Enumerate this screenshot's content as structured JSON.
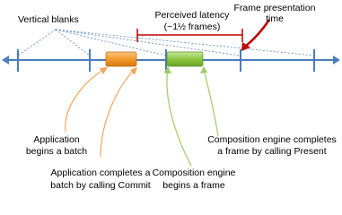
{
  "labels": {
    "vertical_blanks": "Vertical blanks",
    "perceived_latency_line1": "Perceived latency",
    "perceived_latency_line2": "(~1½ frames)",
    "frame_presentation_line1": "Frame presentation",
    "frame_presentation_line2": "time",
    "app_begins_line1": "Application",
    "app_begins_line2": "begins a batch",
    "app_completes_line1": "Application completes a",
    "app_completes_line2": "batch by calling Commit",
    "comp_begins_line1": "Composition engine",
    "comp_begins_line2": "begins a frame",
    "comp_completes_line1": "Composition engine completes",
    "comp_completes_line2": "a frame by calling Present"
  },
  "colors": {
    "timeline": "#4a7ebb",
    "batch_bar": "#f39a2a",
    "frame_bar": "#8cc540",
    "latency_marker": "#c00000",
    "app_arrows": "#f5a45a",
    "comp_arrows": "#9bcf62",
    "blank_lines": "#5a86c0"
  }
}
